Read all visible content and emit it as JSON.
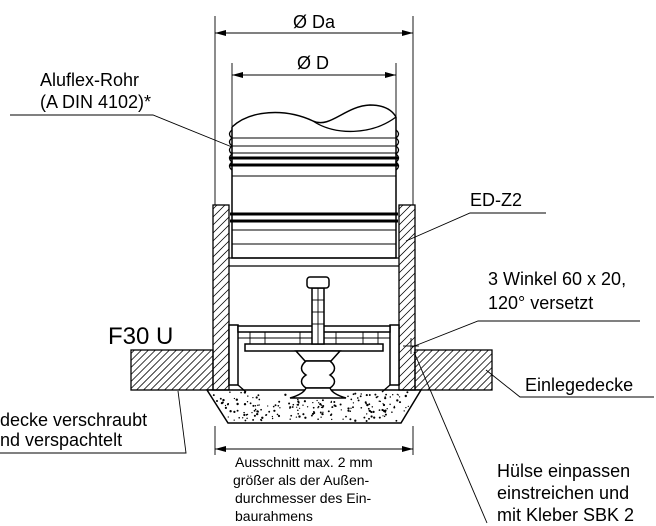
{
  "labels": {
    "dim_outer": "Ø Da",
    "dim_inner": "Ø D",
    "pipe_line1": "Aluflex-Rohr",
    "pipe_line2": "(A DIN 4102)*",
    "housing": "ED-Z2",
    "brackets_line1": "3 Winkel 60 x 20,",
    "brackets_line2": "120° versetzt",
    "ceiling_rating": "F30 U",
    "inlay_ceiling": "Einlegedecke",
    "ceiling_note_line1": "decke verschraubt",
    "ceiling_note_line2": "nd verspachtelt",
    "cutout_line1": "Ausschnitt max. 2 mm",
    "cutout_line2": "größer als der Außen-",
    "cutout_line3": "durchmesser des Ein-",
    "cutout_line4": "baurahmens",
    "sleeve_line1": "Hülse einpassen",
    "sleeve_line2": "einstreichen und",
    "sleeve_line3": "mit Kleber SBK 2"
  },
  "colors": {
    "line": "#000000",
    "background": "#ffffff"
  }
}
